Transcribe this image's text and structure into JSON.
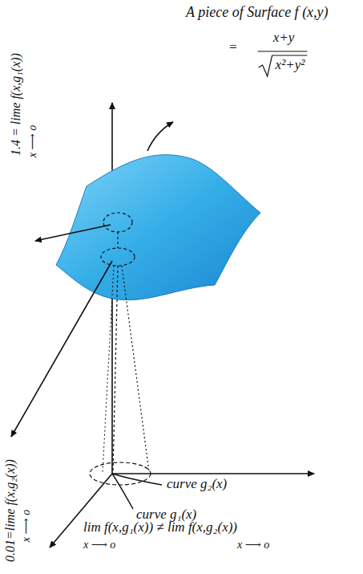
{
  "diagram": {
    "labels": [
      "A piece of Surface f (x,y)",
      "=",
      "x+y",
      "x²+y²",
      "1.4 = lime f(x,g₁(x))",
      "x ⟶ o",
      "0.01=lime f(x,g₂(x))",
      "x ⟶ o",
      "curve g₂(x)",
      "curve g₁(x)",
      "lim f(x,g₁(x)) ≠ lim f(x,g₂(x))",
      "x ⟶ o",
      "x ⟶ o"
    ]
  }
}
